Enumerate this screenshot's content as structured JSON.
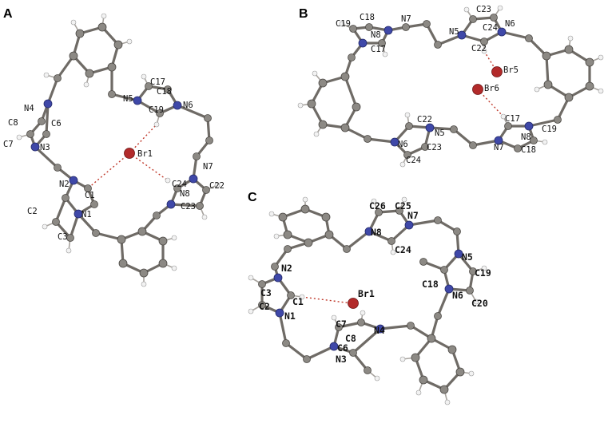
{
  "panels": [
    {
      "letter": "A",
      "labels": [
        "C17",
        "C18",
        "C19",
        "N5",
        "N6",
        "N4",
        "C8",
        "C6",
        "C7",
        "N3",
        "Br1",
        "N7",
        "N2",
        "C1",
        "C22",
        "C24",
        "N8",
        "C2",
        "N1",
        "C23",
        "C3"
      ]
    },
    {
      "letter": "B",
      "labels": [
        "C19",
        "C18",
        "N7",
        "N8",
        "C17",
        "N5",
        "C23",
        "N6",
        "C24",
        "C22",
        "Br5",
        "Br6",
        "C22",
        "N5",
        "N6",
        "C23",
        "C24",
        "C17",
        "C19",
        "N8",
        "N7",
        "C18"
      ]
    },
    {
      "letter": "C",
      "labels": [
        "C26",
        "C25",
        "N7",
        "N8",
        "C24",
        "N2",
        "N5",
        "C19",
        "C18",
        "N6",
        "C20",
        "C3",
        "C1",
        "Br1",
        "C2",
        "N1",
        "C7",
        "C8",
        "N4",
        "C6",
        "N3"
      ]
    }
  ],
  "colors": {
    "carbon": "#8c8984",
    "nitrogen": "#3f48a8",
    "hydrogen": "#f2f2f2",
    "bromine": "#b22a2a",
    "hydrogen_bond": "#c0392b"
  }
}
